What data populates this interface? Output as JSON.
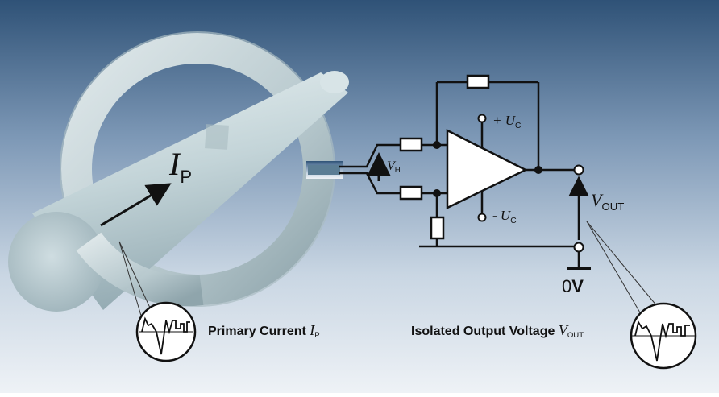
{
  "colors": {
    "background_top": "#2f5277",
    "background_mid": "#8fa9c3",
    "background_bottom": "#e8eef4",
    "conductor": "#bfd3d8",
    "core": "#c7d6dc",
    "wire": "#111111"
  },
  "labels": {
    "ip_symbol": "I",
    "ip_sub": "P",
    "vh_symbol": "V",
    "vh_sub": "H",
    "uc_plus_prefix": "+ U",
    "uc_plus_sub": "C",
    "uc_minus_prefix": "- U",
    "uc_minus_sub": "C",
    "vout_symbol": "V",
    "vout_sub": "OUT",
    "zero_v_num": "0",
    "zero_v_unit": "V",
    "primary_current_text": "Primary Current ",
    "primary_current_symbol": "I",
    "primary_current_sub": "P",
    "output_voltage_text": "Isolated Output Voltage ",
    "output_voltage_symbol": "V",
    "output_voltage_sub": "OUT"
  },
  "icons": [
    "arrow-icon",
    "opamp-icon",
    "resistor-icon",
    "oscilloscope-icon",
    "ground-icon"
  ]
}
